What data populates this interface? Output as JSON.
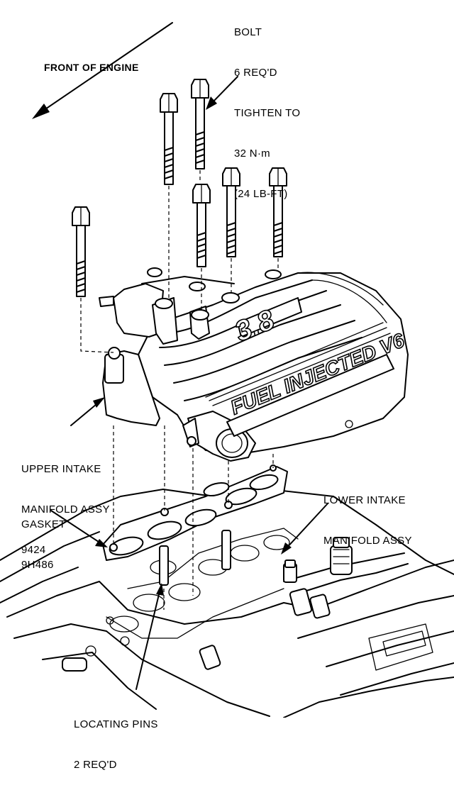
{
  "labels": {
    "front_of_engine": "FRONT OF ENGINE",
    "bolt": [
      "BOLT",
      "6 REQ'D",
      "TIGHTEN TO",
      "32 N·m",
      "(24 LB-FT)"
    ],
    "upper_intake": [
      "UPPER INTAKE",
      "MANIFOLD ASSY",
      "9424"
    ],
    "gasket": [
      "GASKET",
      "9H486"
    ],
    "lower_intake": [
      "LOWER INTAKE",
      "MANIFOLD ASSY"
    ],
    "locating_pins": [
      "LOCATING PINS",
      "2 REQ'D"
    ]
  },
  "manifold_embossing": {
    "badge": "FUEL INJECTED V6",
    "displacement": "3.8"
  }
}
